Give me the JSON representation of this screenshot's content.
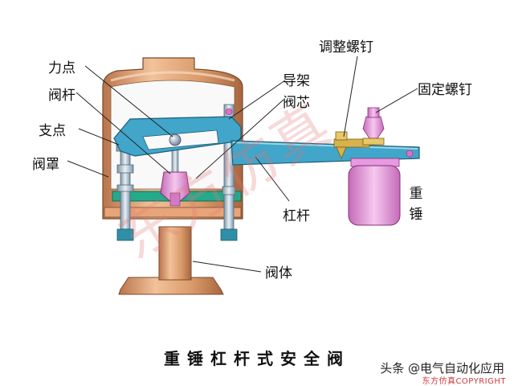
{
  "labels": {
    "force_point": "力点",
    "valve_stem": "阀杆",
    "fulcrum": "支点",
    "valve_cover": "阀罩",
    "guide_frame": "导架",
    "valve_core": "阀芯",
    "lever": "杠杆",
    "valve_body": "阀体",
    "adjust_screw": "调整螺钉",
    "fix_screw": "固定螺钉",
    "weight_char_1": "重",
    "weight_char_2": "锤"
  },
  "caption": "重锤杠杆式安全阀",
  "source": "头条 @电气自动化应用",
  "copyright": "东方仿真COPYRIGHT",
  "watermark": "东方仿真",
  "colors": {
    "copper": "#d99a6a",
    "lever": "#41a6c9",
    "base_green": "#25a98b",
    "valve_core": "#e36fc6",
    "weight": "#e79ae0",
    "stem_steel": "#9fb6c6",
    "slider_gold": "#d8b24a"
  }
}
